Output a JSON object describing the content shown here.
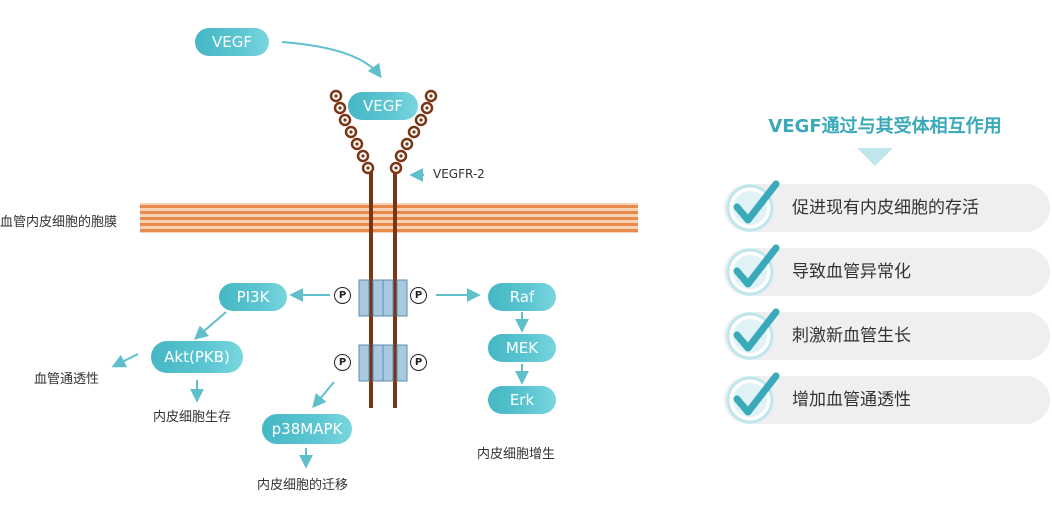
{
  "ligand": {
    "free_label": "VEGF",
    "bound_label": "VEGF"
  },
  "receptor": {
    "label": "VEGFR-2"
  },
  "membrane": {
    "label": "血管内皮细胞的胞膜"
  },
  "phospho": {
    "symbol": "P"
  },
  "pathways": {
    "pi3k": "PI3K",
    "akt": "Akt(PKB)",
    "p38": "p38MAPK",
    "raf": "Raf",
    "mek": "MEK",
    "erk": "Erk"
  },
  "outcomes": {
    "permeability": "血管通透性",
    "survival": "内皮细胞生存",
    "migration": "内皮细胞的迁移",
    "proliferation": "内皮细胞增生"
  },
  "panel": {
    "title": "VEGF通过与其受体相互作用",
    "effects": [
      "促进现有内皮细胞的存活",
      "导致血管异常化",
      "刺激新血管生长",
      "增加血管通透性"
    ]
  },
  "colors": {
    "teal": "#4bbcc8",
    "receptor_brown": "#7a3514",
    "membrane": "#f0a06a",
    "arrow": "#5fc0cc",
    "box_blue": "#a9c9e0"
  }
}
